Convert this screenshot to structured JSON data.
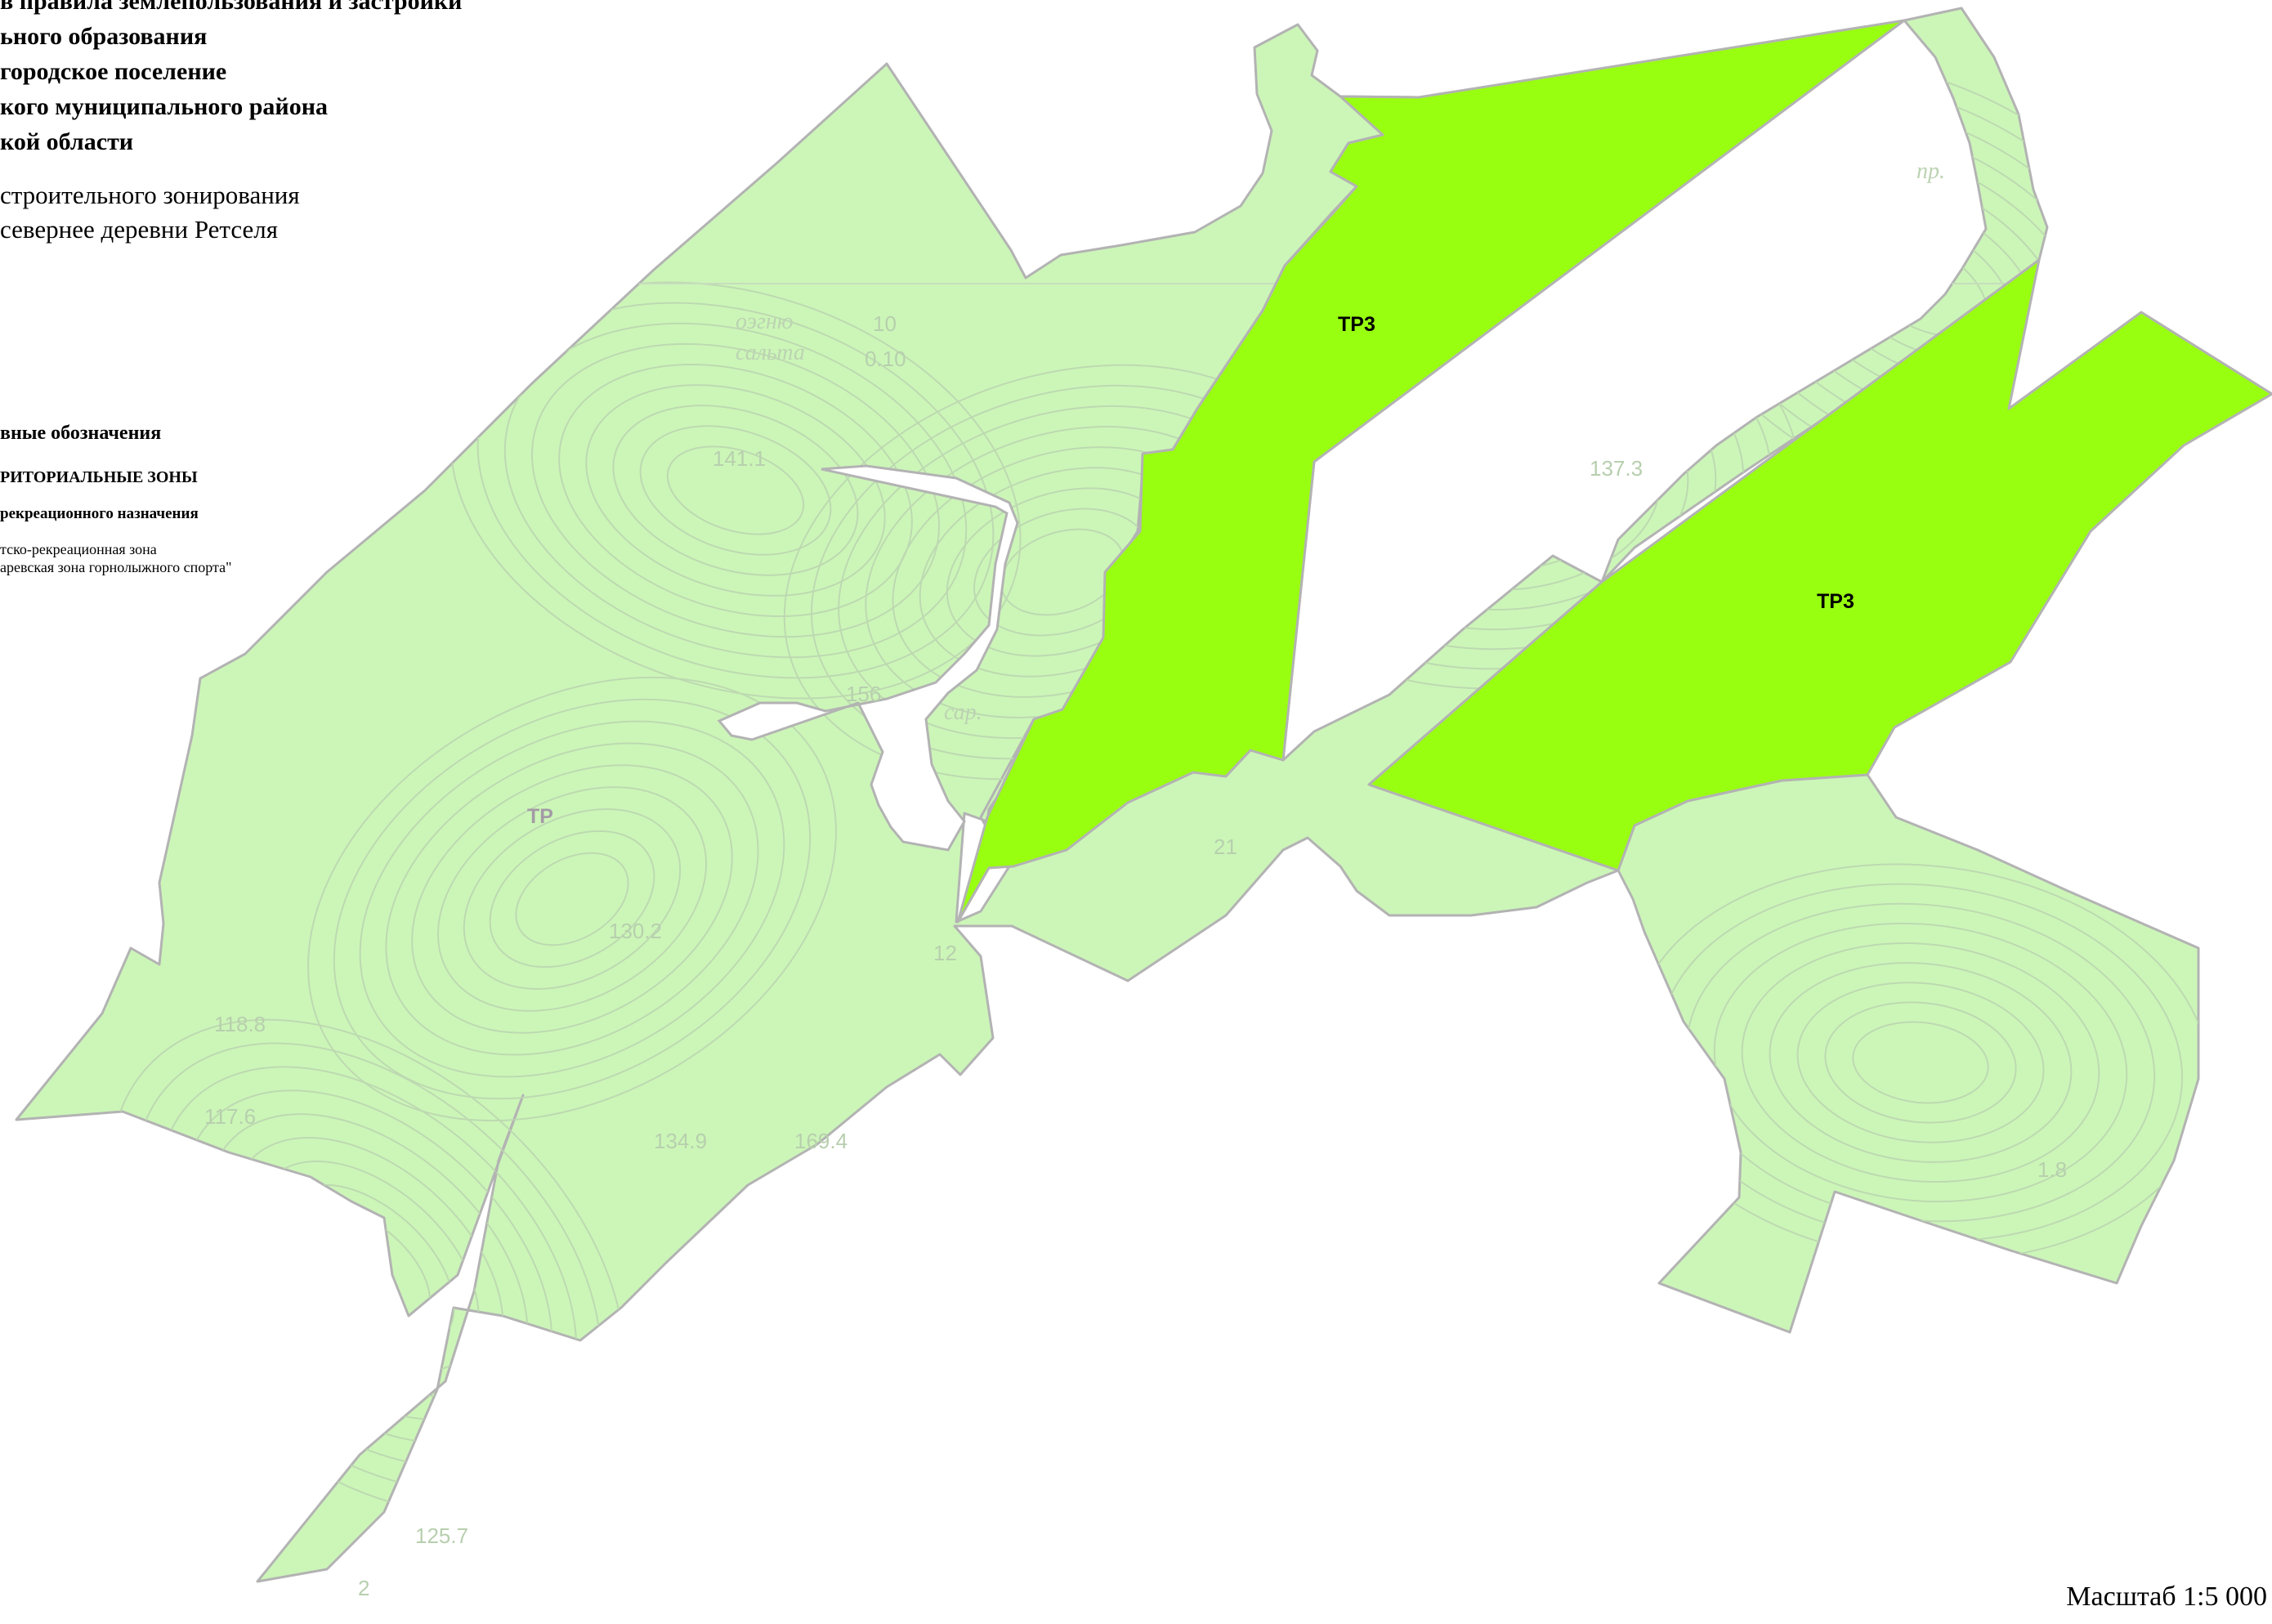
{
  "title_lines": [
    "в правила землепользования и застройки",
    "ьного образования",
    "городское поселение",
    "кого муниципального района",
    "кой области"
  ],
  "subtitle_lines": [
    "строительного зонирования",
    "севернее деревни Ретселя"
  ],
  "legend": {
    "heading": "вные обозначения",
    "subheading": "РИТОРИАЛЬНЫЕ ЗОНЫ",
    "group": "рекреационного назначения",
    "items": [
      "тско-рекреационная зона",
      "аревская зона горнолыжного спорта\""
    ]
  },
  "zones": {
    "tp": {
      "label": "ТР",
      "color": "#ccf6b8",
      "label_color": "#a39aa6"
    },
    "tr3_upper": {
      "label": "ТР3",
      "color": "#99ff11"
    },
    "tr3_lower": {
      "label": "ТР3",
      "color": "#99ff11"
    }
  },
  "boundary_color": "#b3b3b3",
  "elevations": [
    "141.1",
    "137.3",
    "130.2",
    "118.8",
    "117.6",
    "134.9",
    "169.4",
    "125.7",
    "156",
    "1.8",
    "2",
    "10",
    "0.10",
    "21",
    "12"
  ],
  "topo_words": [
    "оэгню",
    "сальта",
    "сар.",
    "пр."
  ],
  "scale": "Масштаб 1:5 000"
}
